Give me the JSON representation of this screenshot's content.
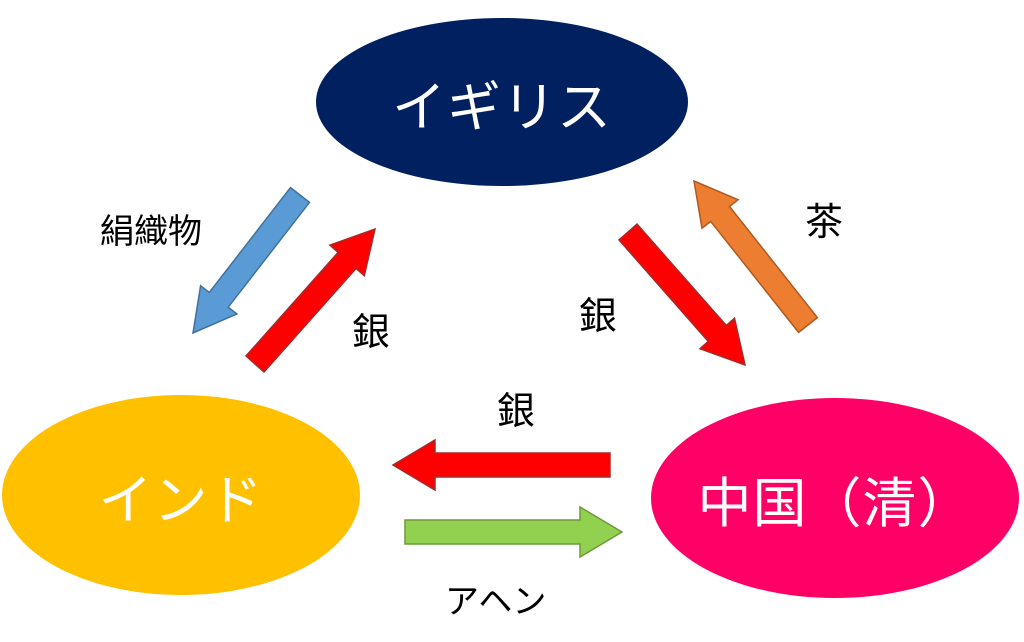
{
  "nodes": {
    "britain": {
      "label": "イギリス",
      "color": "#002060"
    },
    "india": {
      "label": "インド",
      "color": "#FFC000"
    },
    "china": {
      "label": "中国（清）",
      "color": "#FF0066"
    }
  },
  "flows": {
    "silk": {
      "label": "絹織物",
      "color": "#5B9BD5"
    },
    "silver_india_to_britain": {
      "label": "銀",
      "color": "#FF0000"
    },
    "silver_britain_to_china": {
      "label": "銀",
      "color": "#FF0000"
    },
    "tea": {
      "label": "茶",
      "color": "#ED7D31"
    },
    "silver_china_to_india": {
      "label": "銀",
      "color": "#FF0000"
    },
    "opium": {
      "label": "アヘン",
      "color": "#92D050"
    }
  }
}
